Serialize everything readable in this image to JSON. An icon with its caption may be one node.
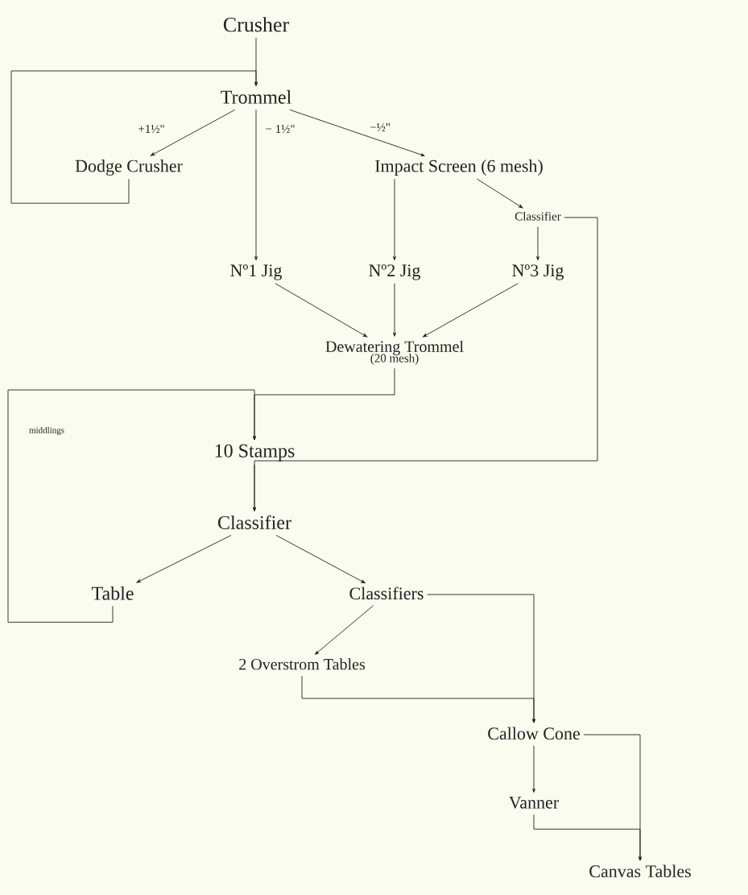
{
  "diagram": {
    "nodes": [
      {
        "text": [
          "Crusher"
        ]
      },
      {
        "text": [
          "Trommel"
        ]
      },
      {
        "text": [
          "Dodge Crusher"
        ]
      },
      {
        "text": [
          "Impact Screen (6 mesh)"
        ]
      },
      {
        "text": [
          "Classifier"
        ]
      },
      {
        "text": [
          "Nº1 Jig"
        ]
      },
      {
        "text": [
          "Nº2 Jig"
        ]
      },
      {
        "text": [
          "Nº3 Jig"
        ]
      },
      {
        "text": [
          "Dewatering Trommel",
          "(20 mesh)"
        ]
      },
      {
        "text": [
          "10 Stamps"
        ]
      },
      {
        "text": [
          "Classifier"
        ]
      },
      {
        "text": [
          "Table"
        ]
      },
      {
        "text": [
          "Classifiers"
        ]
      },
      {
        "text": [
          "2 Overstrom Tables"
        ]
      },
      {
        "text": [
          "Callow Cone"
        ]
      },
      {
        "text": [
          "Vanner"
        ]
      },
      {
        "text": [
          "Canvas Tables"
        ]
      }
    ],
    "edges": [
      {
        "from": 0,
        "to": 1,
        "arrow": "to"
      },
      {
        "from": 1,
        "to": 2,
        "arrow": "to",
        "label": "+1½\""
      },
      {
        "from": 1,
        "to": 5,
        "arrow": "to",
        "label": "− 1½\""
      },
      {
        "from": 1,
        "to": 3,
        "arrow": "to",
        "label": "−½\""
      },
      {
        "from": 2,
        "to": 1,
        "arrow": "to"
      },
      {
        "from": 3,
        "to": 6,
        "arrow": "to"
      },
      {
        "from": 3,
        "to": 4,
        "arrow": "to"
      },
      {
        "from": 4,
        "to": 7,
        "arrow": "to"
      },
      {
        "from": 4,
        "to": 10,
        "arrow": "to"
      },
      {
        "from": 5,
        "to": 8,
        "arrow": "to"
      },
      {
        "from": 6,
        "to": 8,
        "arrow": "to"
      },
      {
        "from": 7,
        "to": 8,
        "arrow": "to"
      },
      {
        "from": 8,
        "to": 9,
        "arrow": "to"
      },
      {
        "from": 11,
        "to": 9,
        "arrow": "to",
        "label": "middlings"
      },
      {
        "from": 9,
        "to": 10,
        "arrow": "to"
      },
      {
        "from": 10,
        "to": 11,
        "arrow": "to"
      },
      {
        "from": 10,
        "to": 12,
        "arrow": "to"
      },
      {
        "from": 12,
        "to": 13,
        "arrow": "to"
      },
      {
        "from": 12,
        "to": 14,
        "arrow": "to"
      },
      {
        "from": 13,
        "to": 14,
        "arrow": "to"
      },
      {
        "from": 14,
        "to": 15,
        "arrow": "to"
      },
      {
        "from": 14,
        "to": 16,
        "arrow": "to"
      },
      {
        "from": 15,
        "to": 16,
        "arrow": "to"
      }
    ]
  }
}
